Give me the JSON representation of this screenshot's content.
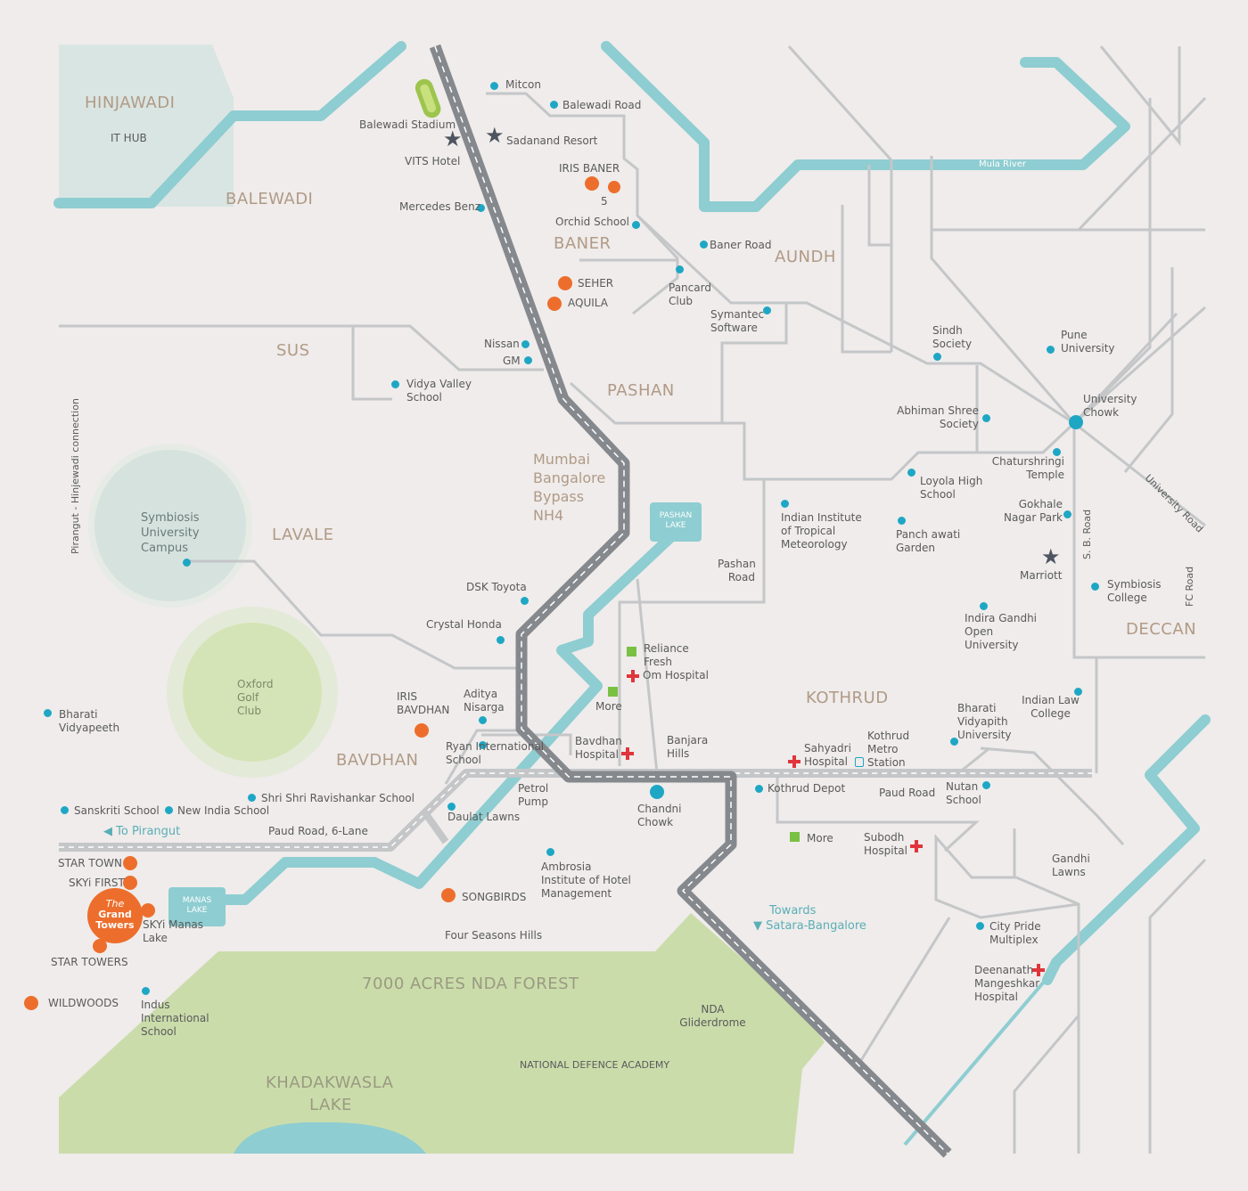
{
  "colors": {
    "background": "#efeceb",
    "road": "#c4c6c8",
    "highway": "#85898d",
    "river": "#8ecdd1",
    "forest": "#cbdcab",
    "hinjawadi_zone": "#d9e5e2",
    "poi_dot": "#1ea7c4",
    "project_dot": "#ed6e2c",
    "hospital": "#e0353c",
    "store": "#7ac143",
    "landmark_star": "#4e5560"
  },
  "areas": {
    "hinjawadi": "HINJAWADI",
    "balewadi": "BALEWADI",
    "baner": "BANER",
    "aundh": "AUNDH",
    "sus": "SUS",
    "pashan": "PASHAN",
    "lavale": "LAVALE",
    "kothrud": "KOTHRUD",
    "bavdhan": "BAVDHAN",
    "deccan": "DECCAN",
    "forest": "7000 ACRES NDA FOREST",
    "khadakwasla_1": "KHADAKWASLA",
    "khadakwasla_2": "LAKE"
  },
  "highway": {
    "line1": "Mumbai",
    "line2": "Bangalore",
    "line3": "Bypass",
    "line4": "NH4"
  },
  "river_label": "Mula River",
  "lakes": {
    "pashan_1": "PASHAN",
    "pashan_2": "LAKE",
    "manas_1": "MANAS",
    "manas_2": "LAKE"
  },
  "vertical_labels": {
    "pirangut": "Pirangut - Hinjewadi connection",
    "sb_road": "S. B. Road",
    "fc_road": "FC Road",
    "university_road": "University Road"
  },
  "directions": {
    "to_pirangut": "To Pirangut",
    "towards_1": "Towards",
    "towards_2": "Satara-Bangalore"
  },
  "projects": {
    "iris_baner": "IRIS BANER",
    "five": "5",
    "seher": "SEHER",
    "aquila": "AQUILA",
    "iris_bavdhan": "IRIS BAVDHAN",
    "songbirds": "SONGBIRDS",
    "star_town": "STAR TOWN",
    "skyi_first": "SKYi FIRST",
    "star_towers": "STAR TOWERS",
    "wildwoods": "WILDWOODS",
    "skyi_manas": "SKYi Manas Lake",
    "grand_1": "The",
    "grand_2": "Grand",
    "grand_3": "Towers"
  },
  "pois": {
    "it_hub": "IT HUB",
    "balewadi_stadium": "Balewadi Stadium",
    "vits_hotel": "VITS Hotel",
    "mitcon": "Mitcon",
    "balewadi_road": "Balewadi Road",
    "sadanand_resort": "Sadanand Resort",
    "mercedes_benz": "Mercedes Benz",
    "orchid_school": "Orchid School",
    "baner_road": "Baner Road",
    "pancard_club": "Pancard Club",
    "symantec_software": "Symantec Software",
    "nissan": "Nissan",
    "gm": "GM",
    "vidya_valley": "Vidya Valley School",
    "sindh_society": "Sindh Society",
    "pune_university": "Pune University",
    "university_chowk": "University Chowk",
    "abhiman_shree": "Abhiman Shree Society",
    "chaturshringi": "Chaturshringi Temple",
    "loyola": "Loyola High School",
    "gokhale_nagar": "Gokhale Nagar Park",
    "iitm": "Indian Institute of Tropical Meteorology",
    "panchawati": "Panch awati Garden",
    "marriott": "Marriott",
    "symbiosis_college": "Symbiosis College",
    "pashan_road": "Pashan Road",
    "indira_gandhi": "Indira Gandhi Open University",
    "symbiosis_campus": "Symbiosis University Campus",
    "oxford_golf": "Oxford Golf Club",
    "dsk_toyota": "DSK Toyota",
    "crystal_honda": "Crystal Honda",
    "reliance_fresh": "Reliance Fresh",
    "om_hospital": "Om Hospital",
    "more_1": "More",
    "aditya_nisarga": "Aditya Nisarga",
    "ryan_school": "Ryan International School",
    "bavdhan_hospital": "Bavdhan Hospital",
    "banjara_hills": "Banjara Hills",
    "bharati_vidyapeeth_left": "Bharati Vidyapeeth",
    "bharati_vidyapith_univ": "Bharati Vidyapith University",
    "indian_law_college": "Indian Law College",
    "sahyadri_hospital": "Sahyadri Hospital",
    "kothrud_metro": "Kothrud Metro Station",
    "kothrud_depot": "Kothrud Depot",
    "paud_road": "Paud Road",
    "nutan_school": "Nutan School",
    "chandni_chowk": "Chandni Chowk",
    "petrol_pump": "Petrol Pump",
    "daulat_lawns": "Daulat Lawns",
    "shri_shri": "Shri Shri Ravishankar School",
    "sanskriti": "Sanskriti School",
    "new_india": "New India School",
    "paud_road_6lane": "Paud Road, 6-Lane",
    "more_2": "More",
    "subodh_hospital": "Subodh Hospital",
    "gandhi_lawns": "Gandhi Lawns",
    "ambrosia": "Ambrosia Institute of Hotel Management",
    "four_seasons": "Four Seasons Hills",
    "city_pride": "City Pride Multiplex",
    "deenanath": "Deenanath Mangeshkar Hospital",
    "indus_school": "Indus International School",
    "nda_gliderdrome": "NDA Gliderdrome",
    "nda_academy": "NATIONAL DEFENCE ACADEMY"
  }
}
